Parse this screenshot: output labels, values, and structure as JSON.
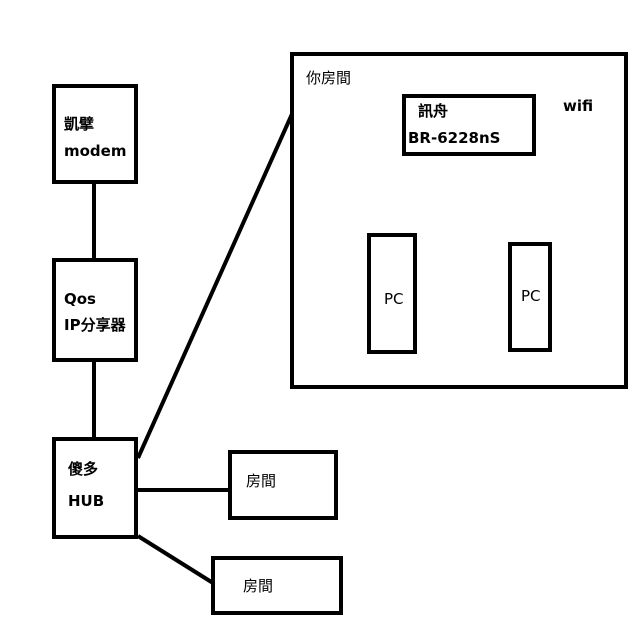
{
  "colors": {
    "stroke": "#000000",
    "background": "#ffffff"
  },
  "modem": {
    "line1": "凱擘",
    "line2": "modem"
  },
  "ip_sharer": {
    "line1": "Qos",
    "line2": "IP分享器"
  },
  "hub": {
    "line1": "傻多",
    "line2": "HUB"
  },
  "room_right": {
    "label": "房間"
  },
  "room_bottom": {
    "label": "房間"
  },
  "your_room": {
    "label": "你房間"
  },
  "router": {
    "line1": "訊舟",
    "line2": "BR-6228nS"
  },
  "wifi": {
    "label": "wifi"
  },
  "pc_left": {
    "label": "PC"
  },
  "pc_right": {
    "label": "PC"
  }
}
